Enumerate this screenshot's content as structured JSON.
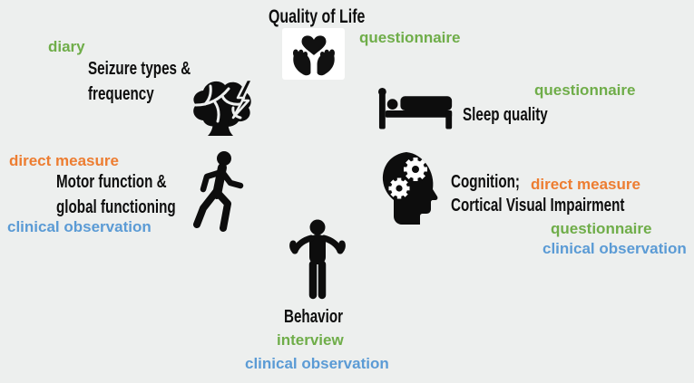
{
  "palette": {
    "green": "#6FAD49",
    "orange": "#ED7D31",
    "blue": "#5B9BD5",
    "black": "#0E0E0E",
    "background": "#EDEFEE"
  },
  "diagram": {
    "description_note": "Outcome domains with assessment methods",
    "groups": [
      {
        "name": "quality-of-life",
        "icon": "hands-holding-heart-icon",
        "title_lines": [
          "Quality of Life"
        ],
        "methods": [
          {
            "label": "questionnaire",
            "color": "green"
          }
        ]
      },
      {
        "name": "seizures",
        "icon": "brain-lightning-icon",
        "title_lines": [
          "Seizure types &",
          "frequency"
        ],
        "methods": [
          {
            "label": "diary",
            "color": "green"
          }
        ]
      },
      {
        "name": "sleep",
        "icon": "bed-sleep-icon",
        "title_lines": [
          "Sleep quality"
        ],
        "methods": [
          {
            "label": "questionnaire",
            "color": "green"
          }
        ]
      },
      {
        "name": "motor-function",
        "icon": "walking-person-icon",
        "title_lines": [
          "Motor function &",
          "global functioning"
        ],
        "methods": [
          {
            "label": "direct measure",
            "color": "orange"
          },
          {
            "label": "clinical observation",
            "color": "blue"
          }
        ]
      },
      {
        "name": "cognition",
        "icon": "head-gears-icon",
        "title_lines": [
          "Cognition;",
          "Cortical Visual Impairment"
        ],
        "methods": [
          {
            "label": "direct measure",
            "color": "orange"
          },
          {
            "label": "questionnaire",
            "color": "green"
          },
          {
            "label": "clinical observation",
            "color": "blue"
          }
        ]
      },
      {
        "name": "behavior",
        "icon": "shrugging-person-icon",
        "title_lines": [
          "Behavior"
        ],
        "methods": [
          {
            "label": "interview",
            "color": "green"
          },
          {
            "label": "clinical observation",
            "color": "blue"
          }
        ]
      }
    ]
  }
}
